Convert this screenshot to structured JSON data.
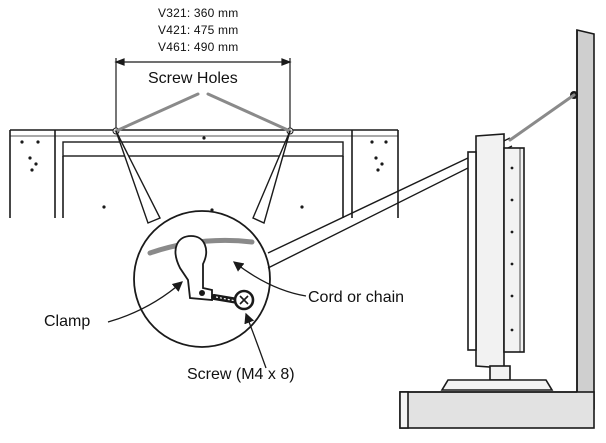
{
  "dimensions": [
    "V321: 360 mm",
    "V421: 475 mm",
    "V461: 490 mm"
  ],
  "labels": {
    "screw_holes": "Screw Holes",
    "cord_or_chain": "Cord or chain",
    "clamp": "Clamp",
    "screw": "Screw (M4 x 8)"
  },
  "colors": {
    "line": "#1a1a1a",
    "cord": "#8a8a8a",
    "wall_fill": "#dcdcdc",
    "screen_fill": "#f2f2f2"
  }
}
